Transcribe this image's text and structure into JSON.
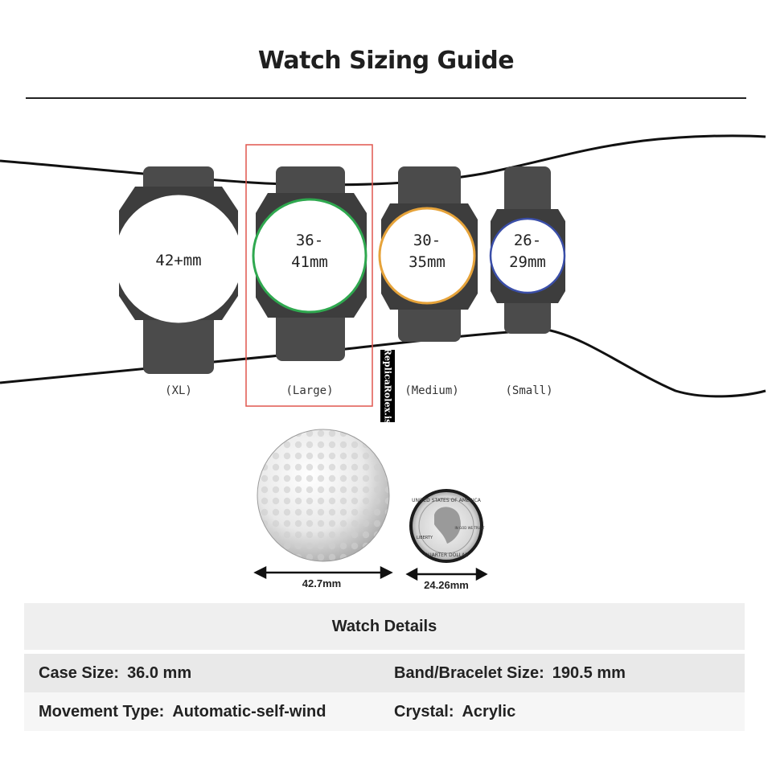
{
  "title": "Watch Sizing Guide",
  "watches": [
    {
      "id": "xl",
      "face_lines": [
        "42+mm"
      ],
      "size_label": "(XL)",
      "ring_color": "#ffffff"
    },
    {
      "id": "large",
      "face_lines": [
        "36-",
        "41mm"
      ],
      "size_label": "(Large)",
      "ring_color": "#2fa84f",
      "highlighted": true,
      "highlight_color": "#e0574f"
    },
    {
      "id": "medium",
      "face_lines": [
        "30-",
        "35mm"
      ],
      "size_label": "(Medium)",
      "ring_color": "#e6a33a"
    },
    {
      "id": "small",
      "face_lines": [
        "26-",
        "29mm"
      ],
      "size_label": "(Small)",
      "ring_color": "#3a4ea8"
    }
  ],
  "watermark": "ReplicaRolex.is",
  "reference": {
    "golf_ball_label": "42.7mm",
    "coin_label": "24.26mm",
    "coin_text": {
      "top": "UNITED STATES OF AMERICA",
      "left": "LIBERTY",
      "right": "IN GOD WE TRUST",
      "bottom": "QUARTER DOLLAR"
    }
  },
  "details": {
    "header": "Watch Details",
    "rows": [
      {
        "left_label": "Case Size:",
        "left_value": "36.0 mm",
        "right_label": "Band/Bracelet Size:",
        "right_value": "190.5 mm"
      },
      {
        "left_label": "Movement Type:",
        "left_value": "Automatic-self-wind",
        "right_label": "Crystal:",
        "right_value": "Acrylic"
      }
    ]
  },
  "colors": {
    "strap": "#4a4a4a",
    "case": "#3d3d3d",
    "line": "#111111"
  }
}
